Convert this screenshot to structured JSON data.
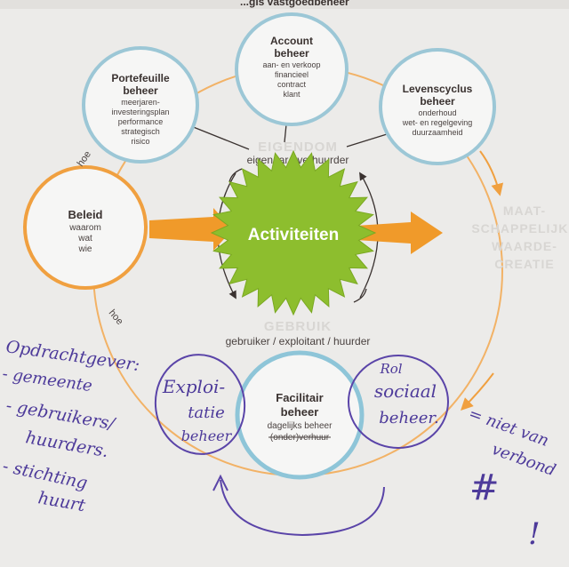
{
  "header": {
    "title_fragment": "...gis vastgoedbeheer"
  },
  "center": {
    "label": "Activiteiten"
  },
  "roles": {
    "top": "eigenaar / verhuurder",
    "top_faint": "EIGENDOM",
    "bottom": "gebruiker / exploitant / huurder",
    "bottom_faint": "GEBRUIK"
  },
  "nodes": {
    "account": {
      "title1": "Account",
      "title2": "beheer",
      "lines": [
        "aan- en verkoop",
        "financieel",
        "contract",
        "klant"
      ]
    },
    "portefeuille": {
      "title1": "Portefeuille",
      "title2": "beheer",
      "lines": [
        "meerjaren-",
        "investeringsplan",
        "performance",
        "strategisch",
        "risico"
      ]
    },
    "levenscyclus": {
      "title1": "Levenscyclus",
      "title2": "beheer",
      "lines": [
        "onderhoud",
        "wet- en regelgeving",
        "duurzaamheid"
      ]
    },
    "beleid": {
      "title1": "Beleid",
      "lines": [
        "waarom",
        "wat",
        "wie"
      ]
    },
    "facilitair": {
      "title1": "Facilitair",
      "title2": "beheer",
      "lines": [
        "dagelijks beheer",
        "(onder)verhuur"
      ]
    }
  },
  "labels": {
    "hoe_top": "hoe",
    "hoe_bottom": "hoe"
  },
  "value_creation": [
    "MAAT-",
    "SCHAPPELIJKE",
    "WAARDE-",
    "CREATIE"
  ],
  "handwritten": {
    "left_notes": [
      "Opdrachtgever:",
      "- gemeente",
      "- gebruikers/",
      "huurders.",
      "- stichting",
      "huurt"
    ],
    "exploitatie": [
      "Exploi-",
      "tatie",
      "beheer"
    ],
    "sociaal": [
      "Rol",
      "sociaal",
      "beheer."
    ],
    "right_notes": [
      "= niet van",
      "verbond"
    ],
    "marks": [
      "#",
      "!"
    ]
  }
}
